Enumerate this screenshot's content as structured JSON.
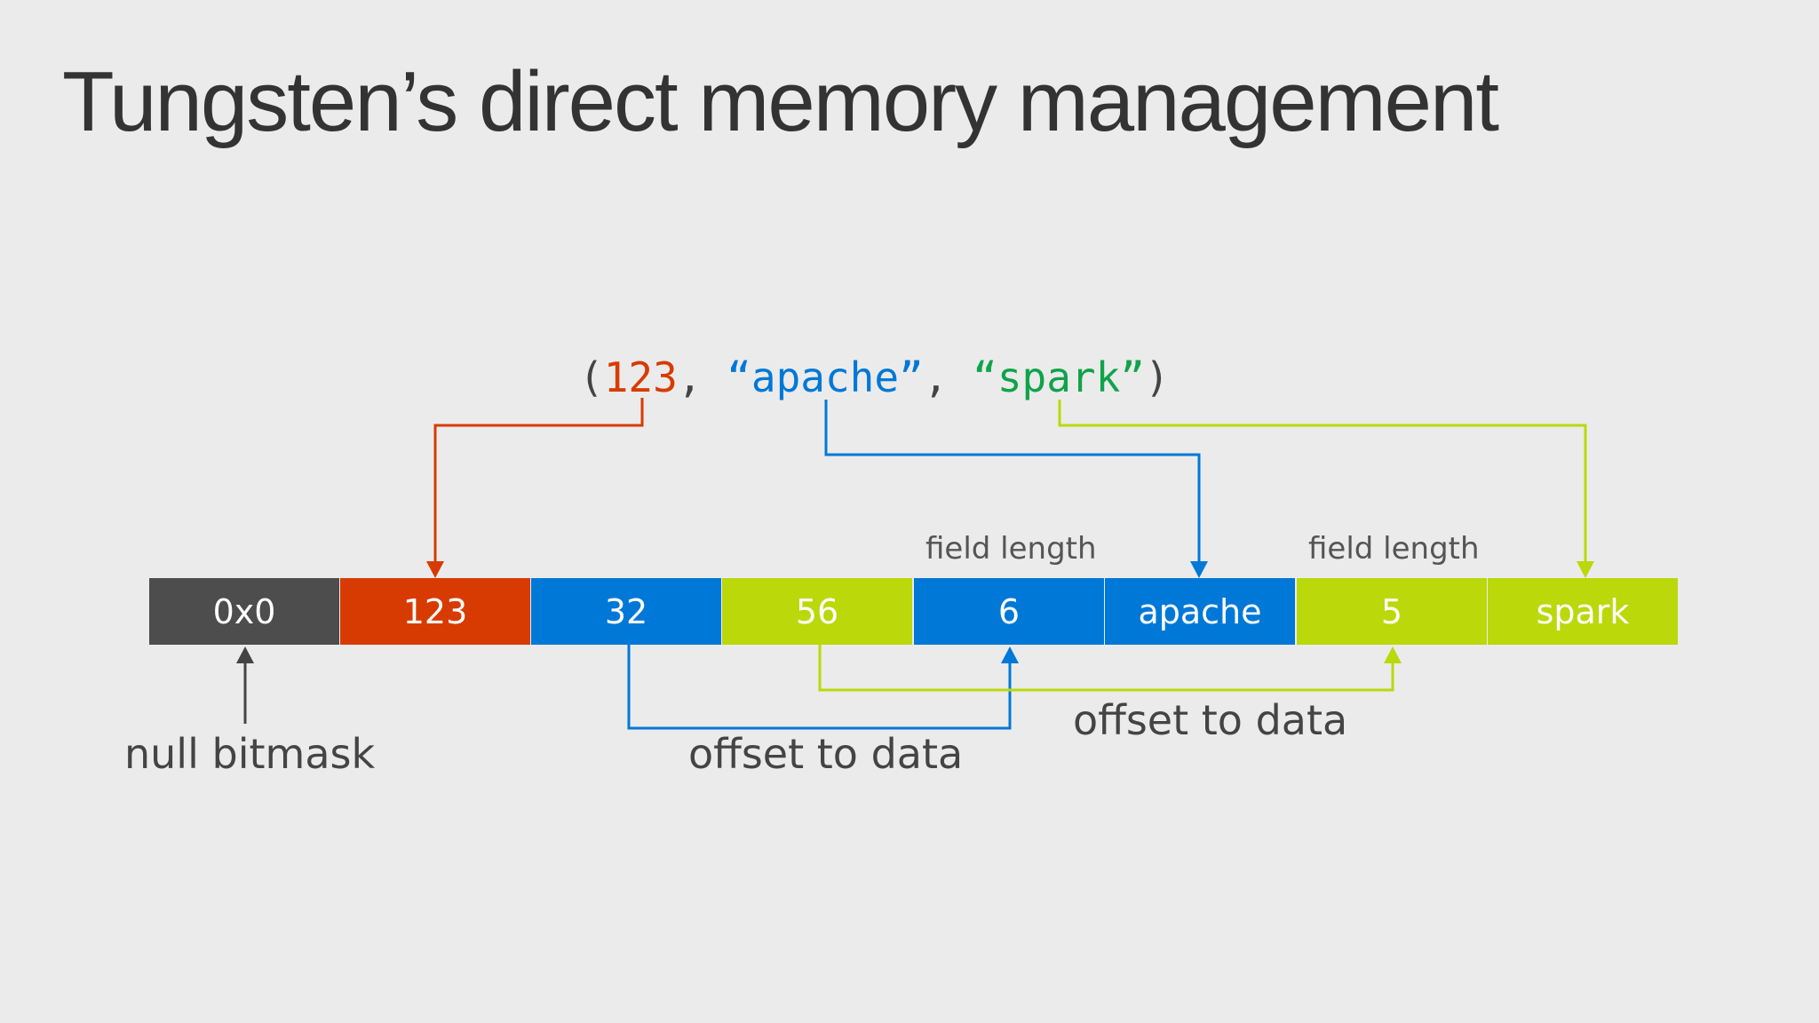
{
  "title": "Tungsten’s direct memory management",
  "tuple": {
    "open": "(",
    "value_int": "123",
    "sep1": ", ",
    "value_str1": "“apache”",
    "sep2": ", ",
    "value_str2": "“spark”",
    "close": ")"
  },
  "colors": {
    "background": "#ebebeb",
    "bitmask": "#4d4d4d",
    "orange": "#d83b01",
    "blue": "#0078d7",
    "lime": "#bad80a",
    "green": "#10a34a",
    "text": "#444444"
  },
  "cells": [
    {
      "label": "0x0",
      "color": "#4d4d4d"
    },
    {
      "label": "123",
      "color": "#d83b01"
    },
    {
      "label": "32",
      "color": "#0078d7"
    },
    {
      "label": "56",
      "color": "#bad80a"
    },
    {
      "label": "6",
      "color": "#0078d7"
    },
    {
      "label": "apache",
      "color": "#0078d7"
    },
    {
      "label": "5",
      "color": "#bad80a"
    },
    {
      "label": "spark",
      "color": "#bad80a"
    }
  ],
  "annotations": {
    "field_length_1": "field length",
    "field_length_2": "field length",
    "null_bitmask": "null bitmask",
    "offset_to_data_1": "offset to data",
    "offset_to_data_2": "offset to data"
  }
}
